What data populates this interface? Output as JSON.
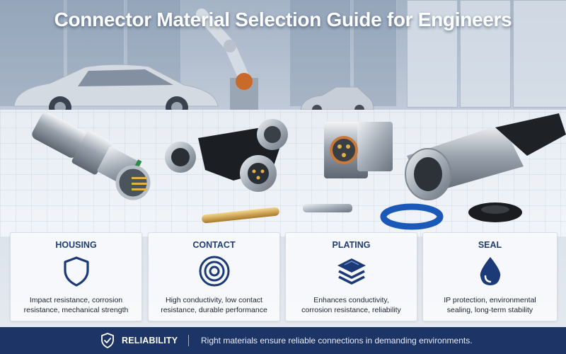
{
  "title": "Connector Material Selection Guide for Engineers",
  "cards": [
    {
      "label": "HOUSING",
      "icon": "shield-icon",
      "desc_line1": "Impact resistance, corrosion",
      "desc_line2": "resistance, mechanical strength"
    },
    {
      "label": "CONTACT",
      "icon": "concentric-circles-icon",
      "desc_line1": "High conductivity, low contact",
      "desc_line2": "resistance, durable performance"
    },
    {
      "label": "PLATING",
      "icon": "layers-icon",
      "desc_line1": "Enhances conductivity,",
      "desc_line2": "corrosion resistance, reliability"
    },
    {
      "label": "SEAL",
      "icon": "water-drop-icon",
      "desc_line1": "IP protection, environmental",
      "desc_line2": "sealing, long-term stability"
    }
  ],
  "footer": {
    "icon": "shield-check-icon",
    "label": "RELIABILITY",
    "text": "Right materials ensure reliable connections in demanding environments."
  },
  "colors": {
    "navy": "#1d3466",
    "card_title": "#1f3d73",
    "icon_blue": "#1d3a78"
  }
}
